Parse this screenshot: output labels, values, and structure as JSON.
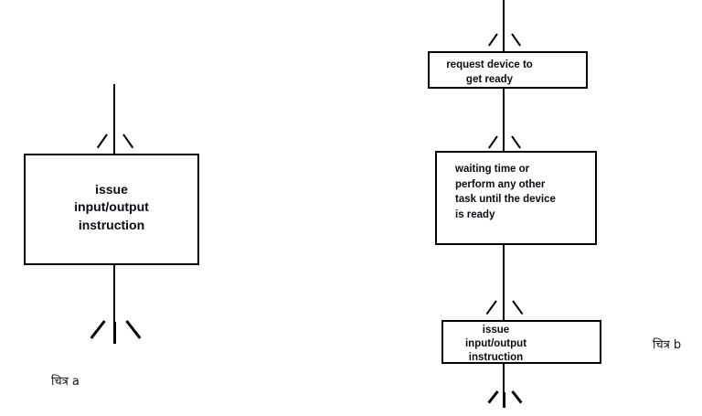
{
  "figure": {
    "title": "Input/Output instruction flow diagrams",
    "background_color": "#ffffff",
    "line_color": "#000000",
    "text_color": "#0a0a14"
  },
  "diagram_a": {
    "caption": "चित्र a",
    "nodes": [
      {
        "id": "issue-io-a",
        "label": "issue\ninput/output\ninstruction",
        "shape": "rectangle",
        "align": "center"
      }
    ],
    "edges": [
      {
        "id": "edge-in-a",
        "from": "start",
        "to": "issue-io-a",
        "direction": "down",
        "arrow": true
      },
      {
        "id": "edge-out-a",
        "from": "issue-io-a",
        "to": "end",
        "direction": "down",
        "arrow": true
      }
    ]
  },
  "diagram_b": {
    "caption": "चित्र b",
    "nodes": [
      {
        "id": "request-device",
        "label": "request device to\nget ready",
        "shape": "rectangle",
        "align": "center"
      },
      {
        "id": "waiting-time",
        "label": "waiting time or\nperform any other\ntask until the device\nis ready",
        "shape": "rectangle",
        "align": "left"
      },
      {
        "id": "issue-io-b",
        "label": "issue\ninput/output\ninstruction",
        "shape": "rectangle",
        "align": "center"
      }
    ],
    "edges": [
      {
        "id": "edge-in-b",
        "from": "start",
        "to": "request-device",
        "direction": "down",
        "arrow": true
      },
      {
        "id": "edge-1-2",
        "from": "request-device",
        "to": "waiting-time",
        "direction": "down",
        "arrow": true
      },
      {
        "id": "edge-2-3",
        "from": "waiting-time",
        "to": "issue-io-b",
        "direction": "down",
        "arrow": true
      },
      {
        "id": "edge-out-b",
        "from": "issue-io-b",
        "to": "end",
        "direction": "down",
        "arrow": true
      }
    ]
  }
}
